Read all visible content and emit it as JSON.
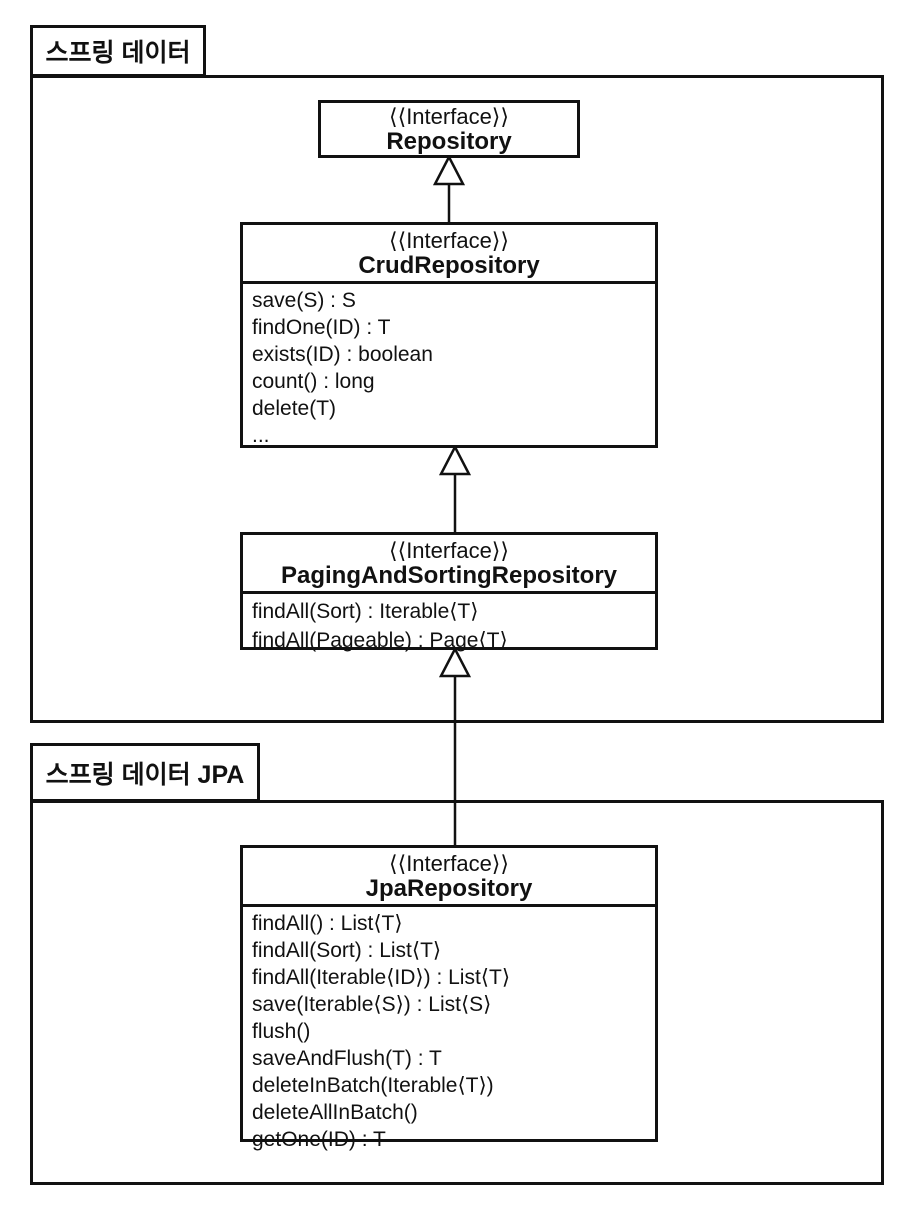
{
  "diagram": {
    "stereotype": "⟨⟨Interface⟩⟩",
    "colors": {
      "line": "#111111",
      "background": "#ffffff",
      "text": "#111111"
    },
    "packages": [
      {
        "label": "스프링 데이터"
      },
      {
        "label": "스프링 데이터 JPA"
      }
    ],
    "classes": [
      {
        "name": "Repository",
        "methods": []
      },
      {
        "name": "CrudRepository",
        "methods": [
          "save(S) : S",
          "findOne(ID) : T",
          "exists(ID) : boolean",
          "count() : long",
          "delete(T)",
          "..."
        ]
      },
      {
        "name": "PagingAndSortingRepository",
        "methods": [
          "findAll(Sort) : Iterable⟨T⟩",
          "findAll(Pageable) : Page⟨T⟩"
        ]
      },
      {
        "name": "JpaRepository",
        "methods": [
          "findAll() : List⟨T⟩",
          "findAll(Sort) : List⟨T⟩",
          "findAll(Iterable⟨ID⟩) : List⟨T⟩",
          "save(Iterable⟨S⟩) : List⟨S⟩",
          "flush()",
          "saveAndFlush(T) : T",
          "deleteInBatch(Iterable⟨T⟩)",
          "deleteAllInBatch()",
          "getOne(ID) : T"
        ]
      }
    ],
    "relations": [
      {
        "type": "generalization",
        "from": "CrudRepository",
        "to": "Repository"
      },
      {
        "type": "generalization",
        "from": "PagingAndSortingRepository",
        "to": "CrudRepository"
      },
      {
        "type": "generalization",
        "from": "JpaRepository",
        "to": "PagingAndSortingRepository"
      }
    ]
  }
}
